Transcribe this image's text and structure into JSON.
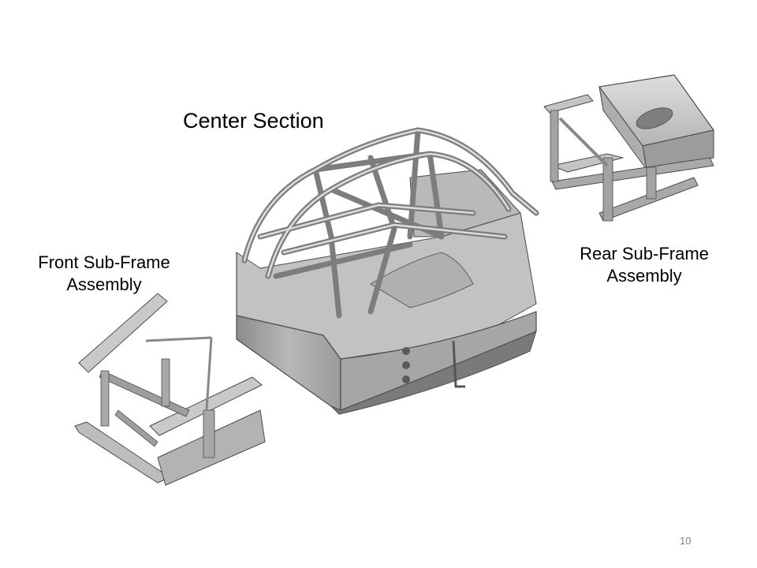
{
  "slide": {
    "center_title": "Center Section",
    "front_label_line1": "Front Sub-Frame",
    "front_label_line2": "Assembly",
    "rear_label_line1": "Rear Sub-Frame",
    "rear_label_line2": "Assembly",
    "page_number": "10"
  },
  "colors": {
    "metal_light": "#d4d4d4",
    "metal_mid": "#a9a9a9",
    "metal_dark": "#6e6e6e",
    "outline": "#4a4a4a",
    "page_number": "#7f7f7f"
  }
}
